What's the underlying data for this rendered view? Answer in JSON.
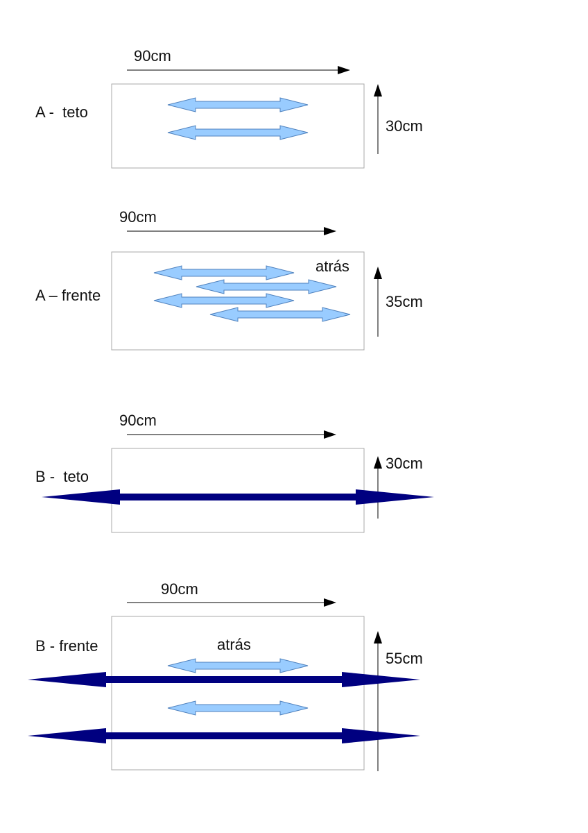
{
  "colors": {
    "box_stroke": "#a8a8a8",
    "dimension_line": "#000000",
    "light_arrow_fill": "#99ccff",
    "light_arrow_stroke": "#4f81bd",
    "dark_arrow_fill": "#000080"
  },
  "icons": {
    "dimension_arrow": "arrowhead",
    "light_arrow": "double-headed-arrow",
    "dark_arrow": "double-headed-arrow"
  },
  "panels": [
    {
      "label": "A -  teto",
      "width_label": "90cm",
      "height_label": "30cm",
      "inner_label": ""
    },
    {
      "label": "A – frente",
      "width_label": "90cm",
      "height_label": "35cm",
      "inner_label": "atrás"
    },
    {
      "label": "B -  teto",
      "width_label": "90cm",
      "height_label": "30cm",
      "inner_label": ""
    },
    {
      "label": "B - frente",
      "width_label": "90cm",
      "height_label": "55cm",
      "inner_label": "atrás"
    }
  ]
}
